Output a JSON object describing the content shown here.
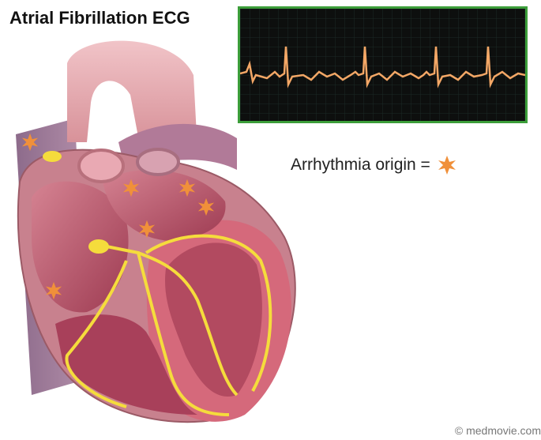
{
  "title": "Atrial Fibrillation ECG",
  "legend": {
    "label": "Arrhythmia origin =",
    "marker_icon": "star-burst-icon",
    "marker_color": "#f0903a"
  },
  "credit": "© medmovie.com",
  "colors": {
    "ecg_trace": "#f3a766",
    "ecg_grid": "#20302a",
    "ecg_border": "#3c9e3a",
    "conduction": "#f5dc3c",
    "myocardium": "#c06275"
  }
}
